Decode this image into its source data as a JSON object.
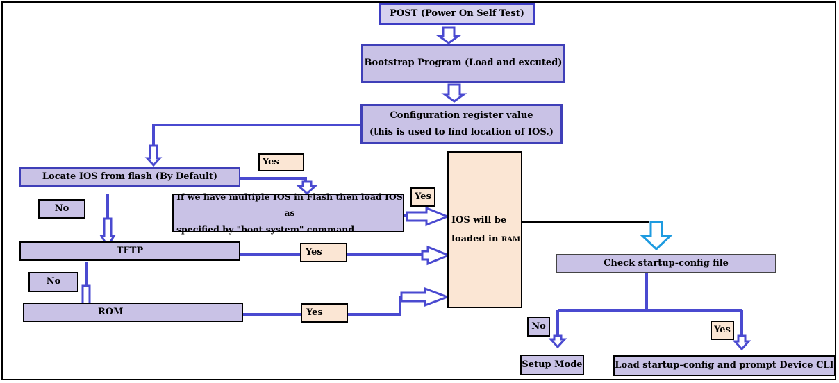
{
  "boxes": {
    "post": "POST (Power On Self Test)",
    "bootstrap": "Bootstrap Program (Load and excuted)",
    "config_register": {
      "line1": "Configuration register value",
      "line2": "(this is used to find location of IOS.)"
    },
    "locate_flash": "Locate IOS from flash (By Default)",
    "multiple_ios": {
      "line1": "If we have multiple IOS in Flash then load IOS as",
      "line2": "specified by \"boot system\" command."
    },
    "tftp": "TFTP",
    "rom": "ROM",
    "ios_ram": {
      "line1": "IOS will be",
      "line2": "loaded in",
      "ram": "RAM"
    },
    "check_startup": "Check startup-config file",
    "setup_mode": "Setup Mode",
    "load_startup": "Load startup-config and prompt Device CLI"
  },
  "labels": {
    "yes": "Yes",
    "no": "No"
  },
  "colors": {
    "box_fill": "#c9c2e6",
    "box_border": "#3f3fb8",
    "ram_fill": "#fbe6d4",
    "connector": "#4a4ad0",
    "arrow_accent": "#1e9be0"
  }
}
